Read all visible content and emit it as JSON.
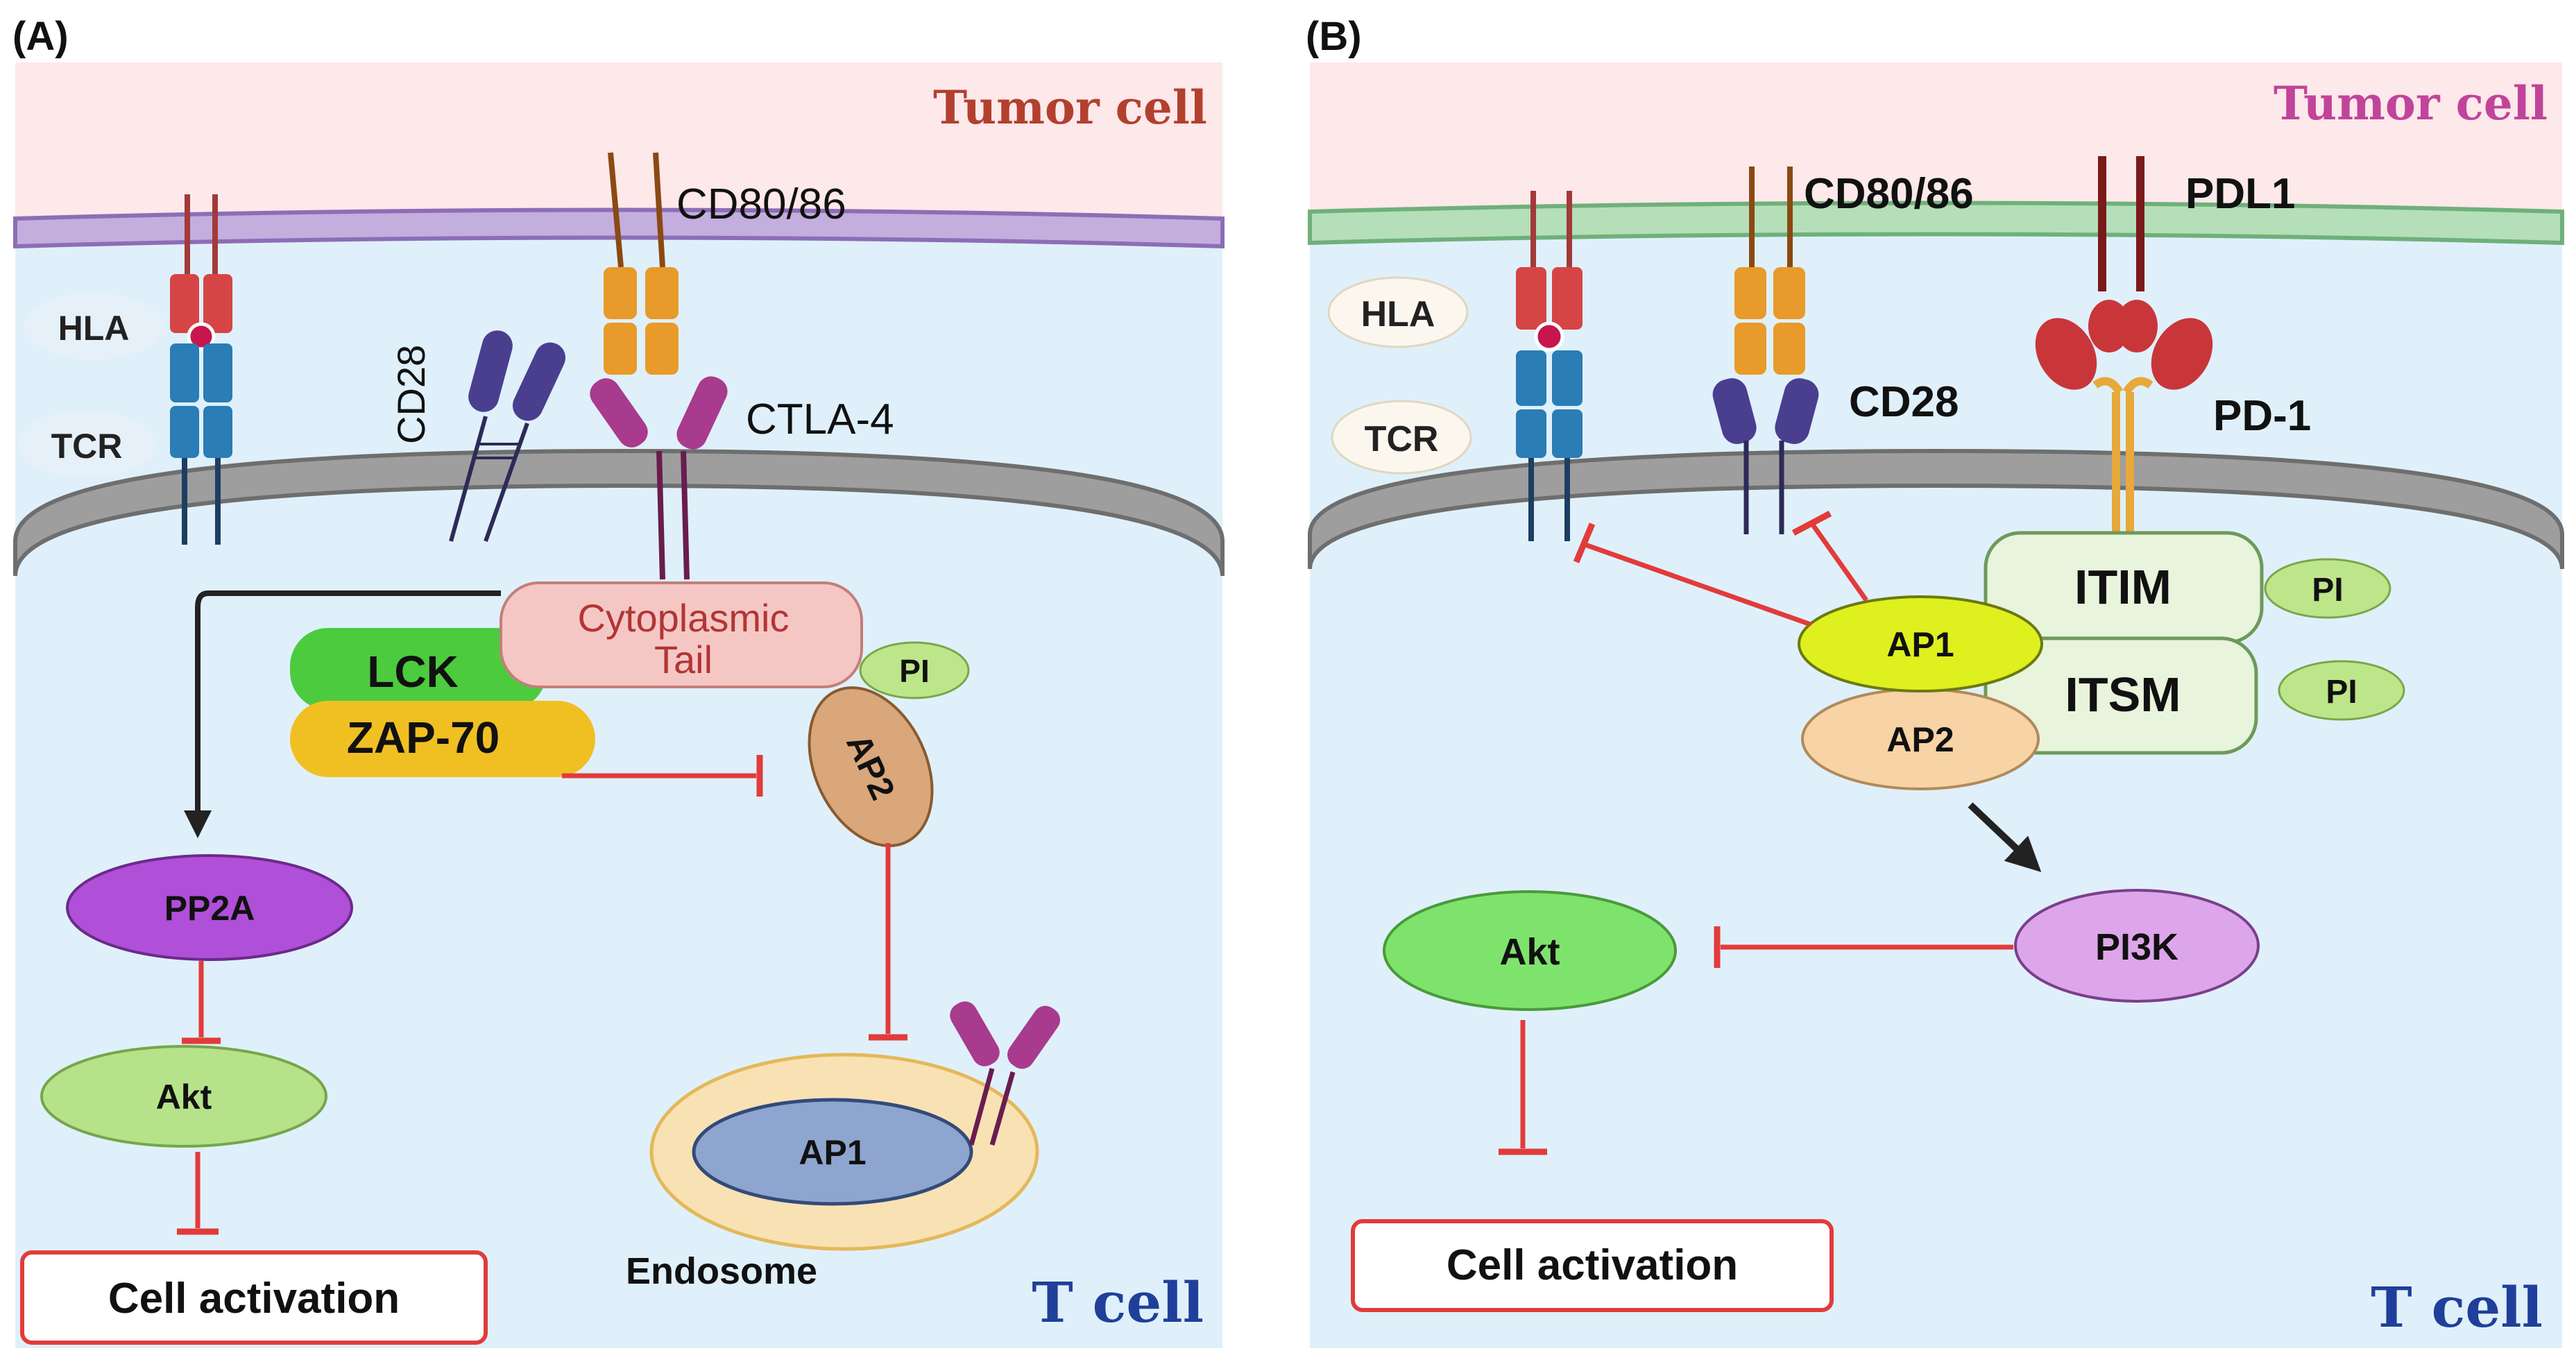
{
  "panel_a": {
    "label": "(A)",
    "tumor_cell": "Tumor cell",
    "t_cell": "T cell",
    "hla": "HLA",
    "tcr": "TCR",
    "cd28": "CD28",
    "cd80_86": "CD80/86",
    "ctla4": "CTLA-4",
    "cytoplasmic_tail_line1": "Cytoplasmic",
    "cytoplasmic_tail_line2": "Tail",
    "lck": "LCK",
    "zap70": "ZAP-70",
    "pi": "PI",
    "ap2": "AP2",
    "pp2a": "PP2A",
    "akt": "Akt",
    "ap1": "AP1",
    "endosome": "Endosome",
    "cell_activation": "Cell activation"
  },
  "panel_b": {
    "label": "(B)",
    "tumor_cell": "Tumor cell",
    "t_cell": "T cell",
    "hla": "HLA",
    "tcr": "TCR",
    "cd80_86": "CD80/86",
    "cd28": "CD28",
    "pdl1": "PDL1",
    "pd1": "PD-1",
    "itim": "ITIM",
    "itsm": "ITSM",
    "pi_1": "PI",
    "pi_2": "PI",
    "ap1": "AP1",
    "ap2": "AP2",
    "pi3k": "PI3K",
    "akt": "Akt",
    "cell_activation": "Cell activation"
  },
  "colors": {
    "tumor_bg": "#fde8ea",
    "tcell_bg": "#dff0fa",
    "tumor_label_a": "#b2402f",
    "tumor_label_b": "#c0449a",
    "tcell_label": "#1f3f9a",
    "inhibit_red": "#e23b3b",
    "membrane_purple": "#b59ad0",
    "membrane_green": "#9fd6a5",
    "membrane_gray": "#8a8a8a"
  }
}
